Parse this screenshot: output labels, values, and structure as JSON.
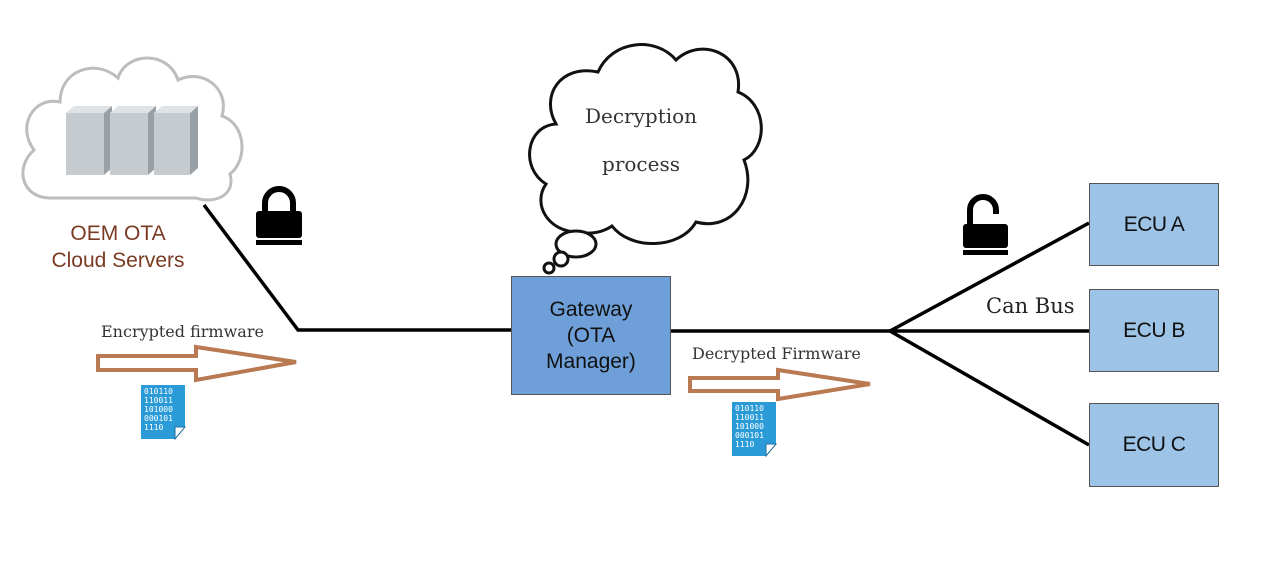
{
  "cloud": {
    "label_line1": "OEM OTA",
    "label_line2": "Cloud Servers",
    "label_color": "#7b3b22"
  },
  "thought": {
    "line1": "Decryption",
    "line2": "process"
  },
  "gateway": {
    "line1": "Gateway",
    "line2": "(OTA",
    "line3": "Manager)",
    "fill": "#6f9fd8"
  },
  "arrows": {
    "encrypted_label": "Encrypted firmware",
    "decrypted_label": "Decrypted Firmware",
    "outline_color": "#b97a52"
  },
  "bus": {
    "label": "Can Bus"
  },
  "ecus": [
    {
      "label": "ECU A"
    },
    {
      "label": "ECU B"
    },
    {
      "label": "ECU C"
    }
  ],
  "ecu_fill": "#9dc3e6",
  "icons": {
    "locked": "padlock-locked-icon",
    "unlocked": "padlock-unlocked-icon",
    "binary_file": "binary-file-icon",
    "server": "server-rack-icon",
    "cloud": "cloud-icon",
    "thought_cloud": "thought-bubble-icon"
  },
  "binary_file": {
    "lines": [
      "010110",
      "110011",
      "101000",
      "000101",
      "1110"
    ]
  }
}
